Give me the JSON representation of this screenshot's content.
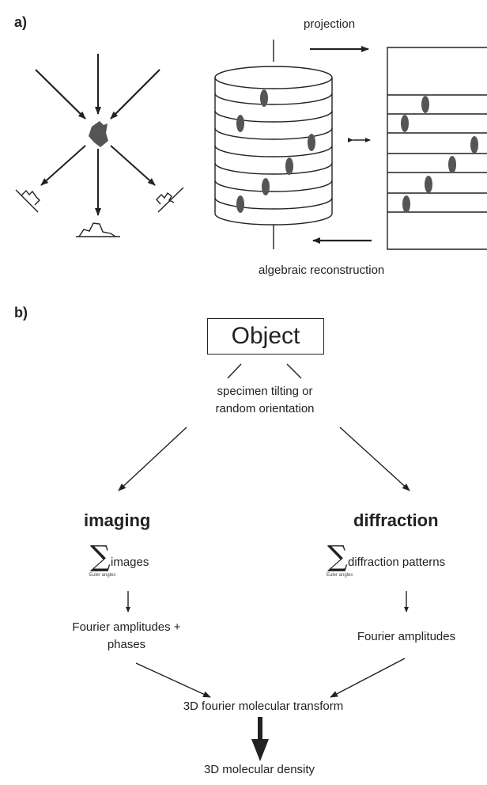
{
  "panel_a": {
    "label": "a)",
    "projection_label": "projection",
    "reconstruction_label": "algebraic reconstruction"
  },
  "panel_b": {
    "label": "b)",
    "object_label": "Object",
    "tilting_label": "specimen tilting or\nrandom orientation",
    "imaging": {
      "title": "imaging",
      "sum_symbol": "∑",
      "sum_label": "images",
      "sum_subscript": "Euler angles",
      "result": "Fourier amplitudes +\nphases"
    },
    "diffraction": {
      "title": "diffraction",
      "sum_symbol": "∑",
      "sum_label": "diffraction patterns",
      "sum_subscript": "Euler angles",
      "result": "Fourier amplitudes"
    },
    "transform_label": "3D fourier molecular transform",
    "density_label": "3D molecular density"
  },
  "colors": {
    "ink": "#222222",
    "blob": "#555555"
  }
}
